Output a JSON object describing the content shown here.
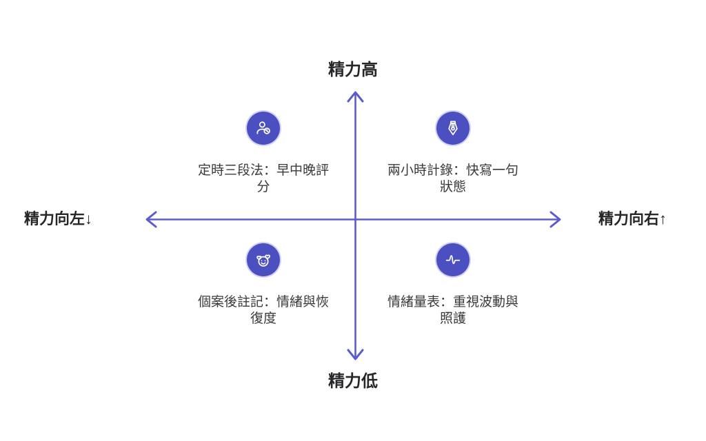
{
  "diagram": {
    "colors": {
      "axis": "#5b5bd0",
      "icon_bg": "#4c4fc0",
      "label_text": "#27272a",
      "caption_text": "#3a3a3a"
    },
    "axis": {
      "top_label": "精力高",
      "bottom_label": "精力低",
      "left_label": "精力向左↓",
      "right_label": "精力向右↑"
    },
    "quadrants": [
      {
        "position": "top-left",
        "icon": "user-clock-icon",
        "label": "定時三段法：早中晚評分"
      },
      {
        "position": "top-right",
        "icon": "pen-nib-icon",
        "label": "兩小時計錄：快寫一句狀態"
      },
      {
        "position": "bottom-left",
        "icon": "smiley-hearts-icon",
        "label": "個案後註記：情緒與恢復度"
      },
      {
        "position": "bottom-right",
        "icon": "waveform-icon",
        "label": "情緒量表：重視波動與照護"
      }
    ]
  }
}
